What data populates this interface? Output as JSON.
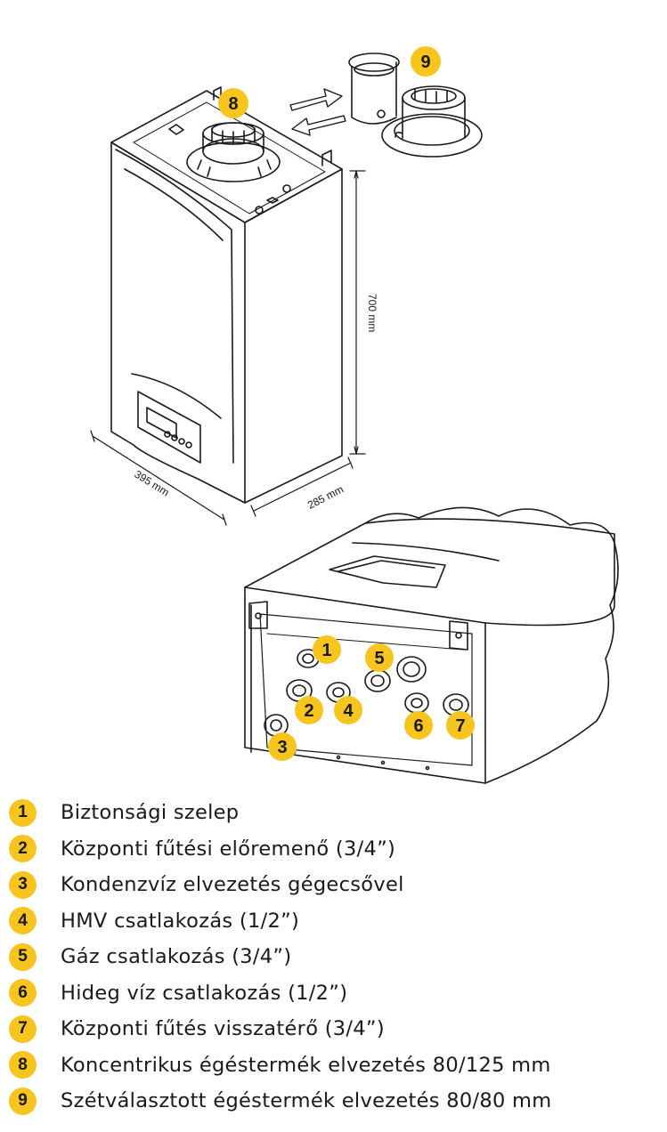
{
  "colors": {
    "badge": "#f7c51e",
    "line": "#1a1a1a",
    "background": "#ffffff"
  },
  "dimensions": {
    "height": "700 mm",
    "width": "395 mm",
    "depth": "285 mm"
  },
  "callouts": [
    "1",
    "2",
    "3",
    "4",
    "5",
    "6",
    "7",
    "8",
    "9"
  ],
  "legend": [
    {
      "number": "1",
      "label": "Biztonsági szelep"
    },
    {
      "number": "2",
      "label": "Központi fűtési előremenő (3/4”)"
    },
    {
      "number": "3",
      "label": "Kondenzvíz elvezetés gégecsővel"
    },
    {
      "number": "4",
      "label": "HMV csatlakozás (1/2”)"
    },
    {
      "number": "5",
      "label": "Gáz csatlakozás (3/4”)"
    },
    {
      "number": "6",
      "label": "Hideg víz csatlakozás (1/2”)"
    },
    {
      "number": "7",
      "label": "Központi fűtés visszatérő (3/4”)"
    },
    {
      "number": "8",
      "label": "Koncentrikus égéstermék elvezetés 80/125 mm"
    },
    {
      "number": "9",
      "label": "Szétválasztott égéstermék elvezetés 80/80 mm"
    }
  ]
}
